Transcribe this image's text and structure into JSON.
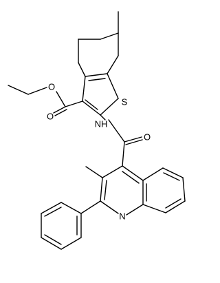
{
  "atom_labels": {
    "S": "S",
    "O_ester_carbonyl": "O",
    "O_ester_single": "O",
    "NH": "NH",
    "O_amide": "O",
    "N_quinoline": "N"
  }
}
